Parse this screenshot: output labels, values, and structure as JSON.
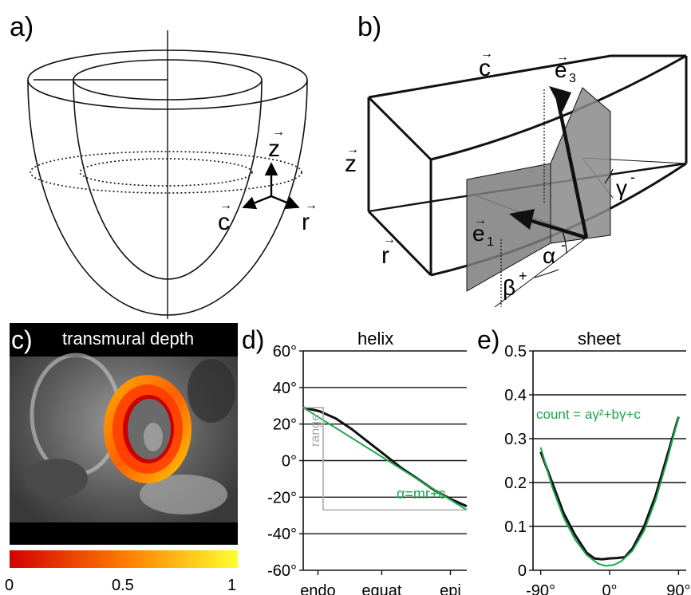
{
  "panels": {
    "a": {
      "label": "a)",
      "axes": {
        "z": "z",
        "c": "c",
        "r": "r"
      }
    },
    "b": {
      "label": "b)",
      "axes": {
        "c": "c",
        "z": "z",
        "r": "r"
      },
      "vectors": {
        "e3": "e",
        "e3_sub": "3",
        "e1": "e",
        "e1_sub": "1"
      },
      "angles": {
        "alpha": "α",
        "alpha_sup": "-",
        "beta": "β",
        "beta_sup": "+",
        "gamma": "γ",
        "gamma_sup": "-"
      }
    },
    "c": {
      "label": "c)",
      "title": "transmural depth",
      "colorbar_ticks": [
        "0",
        "0.5",
        "1"
      ],
      "colors": {
        "low": "#d40000",
        "mid": "#ff7a00",
        "high": "#ffff30"
      }
    },
    "d": {
      "label": "d)",
      "title": "helix",
      "fit_label": "α=mr+c",
      "range_label": "range",
      "fit_color": "#1aa64a"
    },
    "e": {
      "label": "e)",
      "title": "sheet",
      "fit_label": "count = aγ²+bγ+c",
      "fit_color": "#1aa64a"
    }
  },
  "chart_data": [
    {
      "type": "line",
      "title": "helix",
      "x_ticks": [
        "endo",
        "equat",
        "epi"
      ],
      "y_ticks": [
        "60°",
        "40°",
        "20°",
        "0°",
        "-20°",
        "-40°",
        "-60°"
      ],
      "ylim": [
        -60,
        60
      ],
      "xlim": [
        0,
        1
      ],
      "grid": true,
      "series": [
        {
          "color": "#111111",
          "x": [
            0.0,
            0.1,
            0.2,
            0.3,
            0.4,
            0.5,
            0.6,
            0.7,
            0.8,
            0.9,
            1.0
          ],
          "y": [
            29,
            27,
            23,
            17,
            10,
            3,
            -4,
            -10,
            -16,
            -21,
            -25
          ]
        },
        {
          "color": "#1aa64a",
          "x": [
            0.0,
            1.0
          ],
          "y": [
            29,
            -27
          ]
        }
      ]
    },
    {
      "type": "line",
      "title": "sheet",
      "x_ticks": [
        "-90°",
        "0°",
        "90°"
      ],
      "y_ticks": [
        "0.5",
        "0.4",
        "0.3",
        "0.2",
        "0.1",
        "0"
      ],
      "ylim": [
        0,
        0.5
      ],
      "xlim": [
        -100,
        100
      ],
      "grid": true,
      "series": [
        {
          "color": "#111111",
          "x": [
            -90,
            -75,
            -60,
            -45,
            -30,
            -20,
            -10,
            0,
            10,
            20,
            30,
            45,
            60,
            75,
            90
          ],
          "y": [
            0.27,
            0.2,
            0.13,
            0.08,
            0.04,
            0.027,
            0.025,
            0.027,
            0.028,
            0.03,
            0.05,
            0.1,
            0.17,
            0.26,
            0.35
          ]
        },
        {
          "color": "#1aa64a",
          "x": [
            -90,
            -75,
            -60,
            -45,
            -30,
            -15,
            -5,
            5,
            15,
            30,
            45,
            60,
            75,
            90
          ],
          "y": [
            0.28,
            0.19,
            0.12,
            0.07,
            0.035,
            0.015,
            0.01,
            0.012,
            0.02,
            0.045,
            0.09,
            0.16,
            0.25,
            0.35
          ]
        }
      ]
    }
  ]
}
